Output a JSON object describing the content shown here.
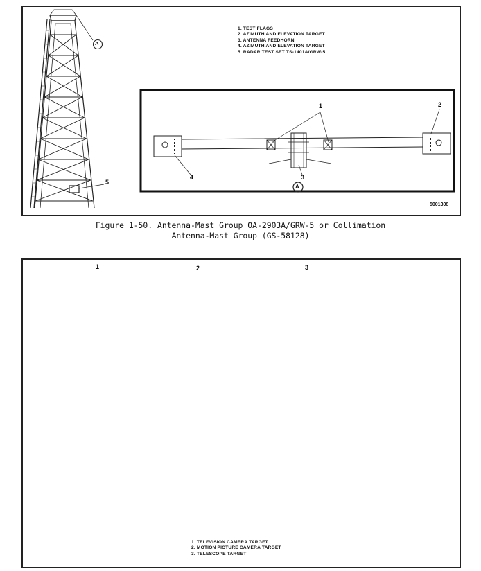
{
  "figure1": {
    "legend": [
      "1. TEST FLAGS",
      "2. AZIMUTH AND ELEVATION TARGET",
      "3. ANTENNA FEEDHORN",
      "4. AZIMUTH AND ELEVATION TARGET",
      "5. RADAR TEST SET TS-1401A/GRW-5"
    ],
    "callouts": {
      "detail_a": "A",
      "c1": "1",
      "c2": "2",
      "c3": "3",
      "c4": "4",
      "c5": "5",
      "detail_ref": "A"
    },
    "figure_code": "5001308",
    "caption_line1": "Figure 1-50.  Antenna-Mast Group OA-2903A/GRW-5 or Collimation",
    "caption_line2": "Antenna-Mast Group (GS-58128)"
  },
  "figure2": {
    "legend": [
      "1. TELEVISION CAMERA TARGET",
      "2. MOTION PICTURE CAMERA TARGET",
      "3. TELESCOPE TARGET"
    ],
    "callouts": {
      "c1": "1",
      "c2": "2",
      "c3": "3"
    }
  }
}
